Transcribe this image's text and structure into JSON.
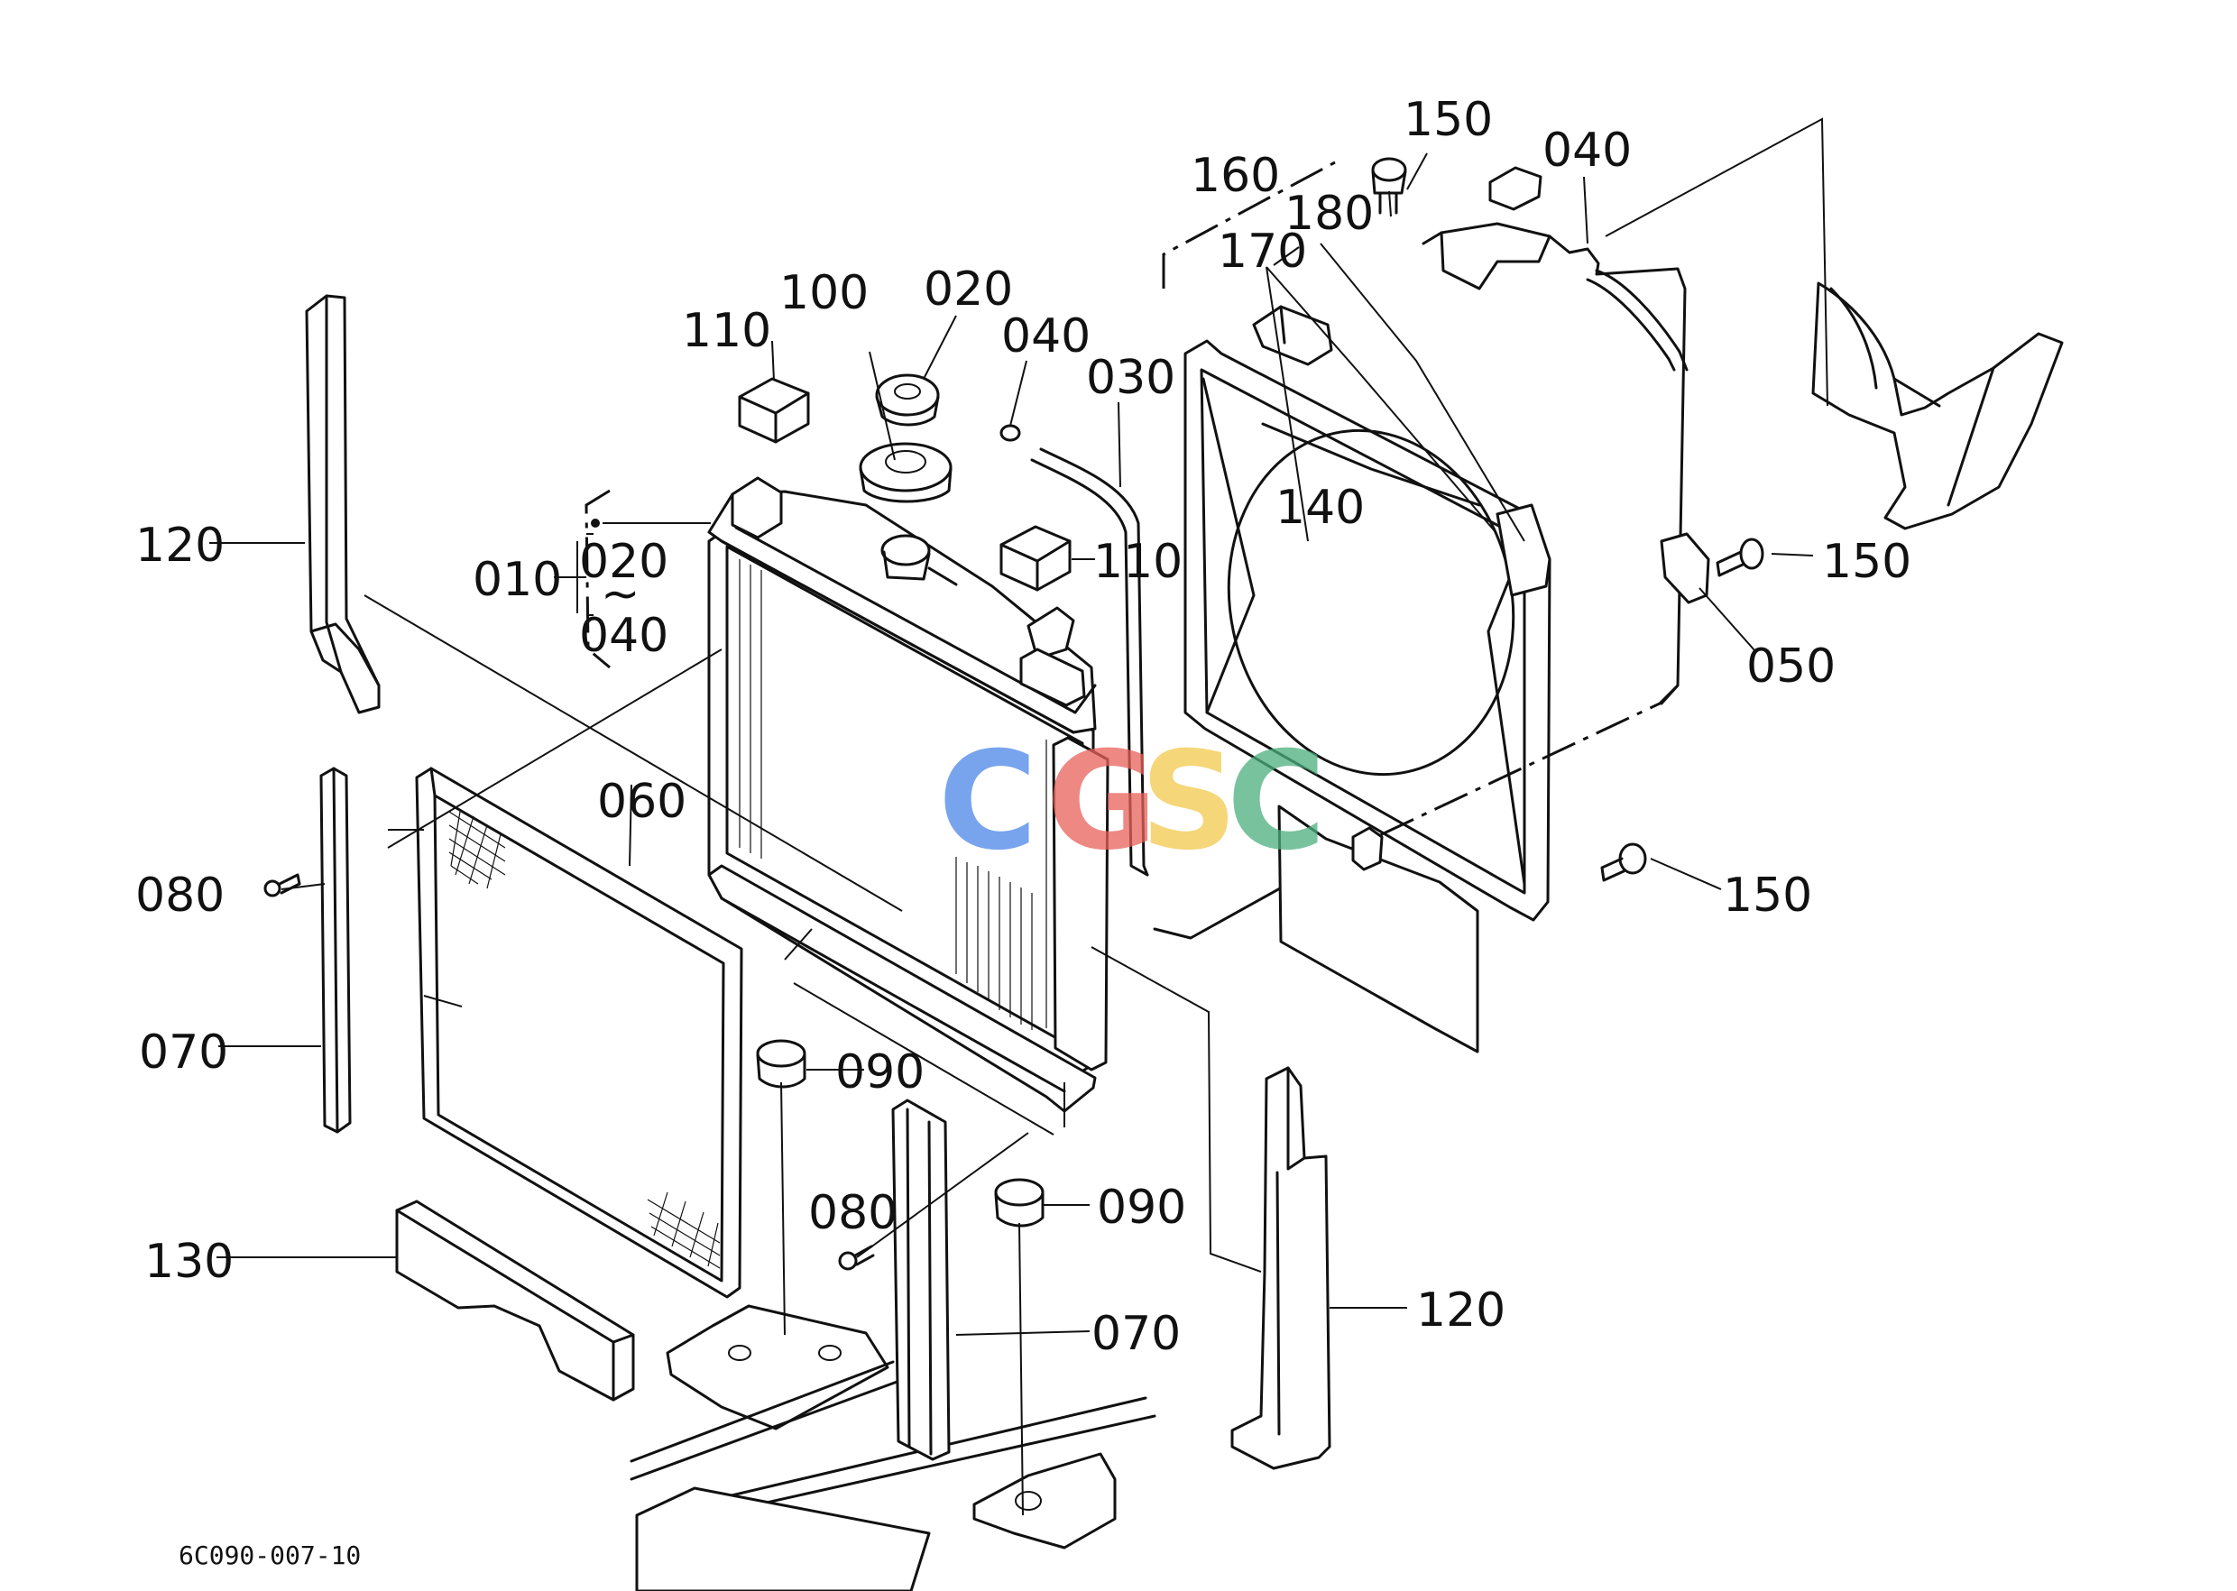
{
  "figure_code": "6C090-007-10",
  "watermark": {
    "letters": [
      "C",
      "G",
      "S",
      "C"
    ],
    "colors": [
      "#4a86e8",
      "#e8615a",
      "#f2c94c",
      "#4caf7d"
    ]
  },
  "callouts": [
    {
      "id": "c120a",
      "label": "120"
    },
    {
      "id": "c010",
      "label": "010"
    },
    {
      "id": "c020r",
      "label": "020"
    },
    {
      "id": "c_tilde",
      "label": "~"
    },
    {
      "id": "c040r",
      "label": "040"
    },
    {
      "id": "c110a",
      "label": "110"
    },
    {
      "id": "c100",
      "label": "100"
    },
    {
      "id": "c020",
      "label": "020"
    },
    {
      "id": "c040a",
      "label": "040"
    },
    {
      "id": "c030",
      "label": "030"
    },
    {
      "id": "c110b",
      "label": "110"
    },
    {
      "id": "c160",
      "label": "160"
    },
    {
      "id": "c170",
      "label": "170"
    },
    {
      "id": "c180",
      "label": "180"
    },
    {
      "id": "c150a",
      "label": "150"
    },
    {
      "id": "c040b",
      "label": "040"
    },
    {
      "id": "c140",
      "label": "140"
    },
    {
      "id": "c150b",
      "label": "150"
    },
    {
      "id": "c050",
      "label": "050"
    },
    {
      "id": "c150c",
      "label": "150"
    },
    {
      "id": "c060",
      "label": "060"
    },
    {
      "id": "c080a",
      "label": "080"
    },
    {
      "id": "c070a",
      "label": "070"
    },
    {
      "id": "c090a",
      "label": "090"
    },
    {
      "id": "c080b",
      "label": "080"
    },
    {
      "id": "c090b",
      "label": "090"
    },
    {
      "id": "c070b",
      "label": "070"
    },
    {
      "id": "c120b",
      "label": "120"
    },
    {
      "id": "c130",
      "label": "130"
    }
  ]
}
